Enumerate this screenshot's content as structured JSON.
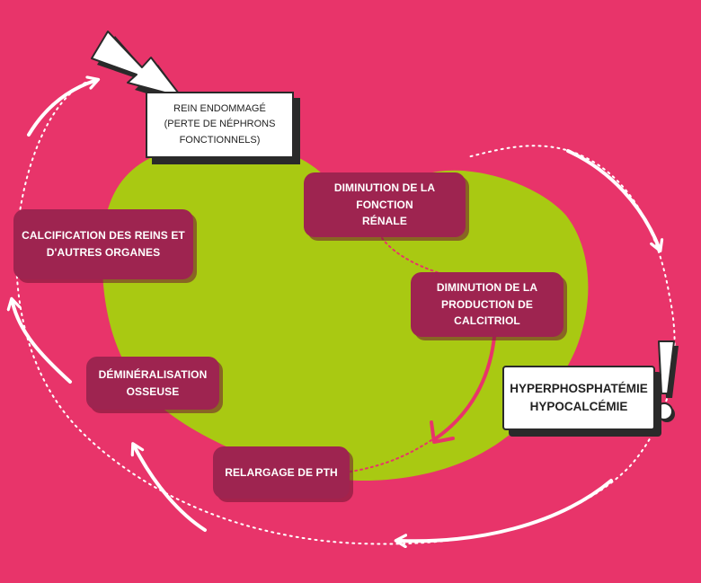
{
  "diagram": {
    "start_node": {
      "line1": "REIN ENDOMMAGÉ",
      "line2": "(PERTE DE NÉPHRONS",
      "line3": "FONCTIONNELS)"
    },
    "steps": [
      {
        "line1": "DIMINUTION DE LA FONCTION",
        "line2": "RÉNALE"
      },
      {
        "line1": "DIMINUTION DE LA",
        "line2": "PRODUCTION DE CALCITRIOL"
      },
      {
        "line1": "RELARGAGE DE PTH"
      },
      {
        "line1": "DÉMINÉRALISATION",
        "line2": "OSSEUSE"
      },
      {
        "line1": "CALCIFICATION DES REINS ET",
        "line2": "D'AUTRES ORGANES"
      }
    ],
    "alert": {
      "line1": "HYPERPHOSPHATÉMIE",
      "line2": "HYPOCALCÉMIE",
      "icon": "exclamation-icon"
    },
    "colors": {
      "background": "#e8346a",
      "kidney": "#a9c912",
      "step_box": "#9e2450",
      "arrow": "#ffffff",
      "inner_arrow": "#e8346a"
    }
  }
}
